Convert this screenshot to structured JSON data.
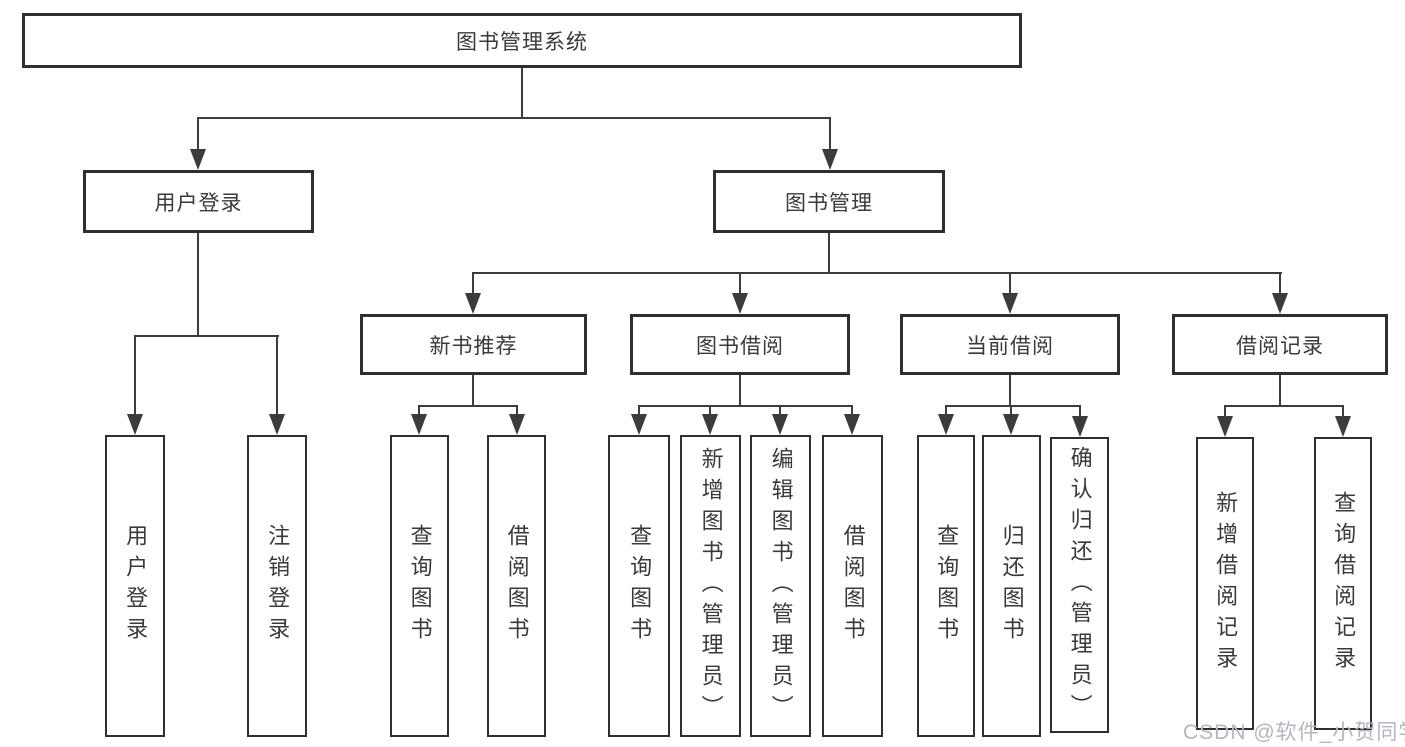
{
  "diagram_title": "图书管理系统",
  "watermark": "CSDN @软件_小贺同学",
  "nodes": [
    {
      "id": "root",
      "label": "图书管理系统"
    },
    {
      "id": "user-login",
      "label": "用户登录"
    },
    {
      "id": "book-mgmt",
      "label": "图书管理"
    },
    {
      "id": "new-book-rec",
      "label": "新书推荐"
    },
    {
      "id": "book-borrow",
      "label": "图书借阅"
    },
    {
      "id": "current-borrow",
      "label": "当前借阅"
    },
    {
      "id": "borrow-records",
      "label": "借阅记录"
    },
    {
      "id": "leaf-user-login",
      "label": "用户登录"
    },
    {
      "id": "leaf-logout",
      "label": "注销登录"
    },
    {
      "id": "leaf-query-book-1",
      "label": "查询图书"
    },
    {
      "id": "leaf-borrow-book-1",
      "label": "借阅图书"
    },
    {
      "id": "leaf-query-book-2",
      "label": "查询图书"
    },
    {
      "id": "leaf-add-book",
      "label": "新增图书（管理员）"
    },
    {
      "id": "leaf-edit-book",
      "label": "编辑图书（管理员）"
    },
    {
      "id": "leaf-borrow-book-2",
      "label": "借阅图书"
    },
    {
      "id": "leaf-query-book-3",
      "label": "查询图书"
    },
    {
      "id": "leaf-return-book",
      "label": "归还图书"
    },
    {
      "id": "leaf-confirm-return",
      "label": "确认归还（管理员）"
    },
    {
      "id": "leaf-add-borrow-record",
      "label": "新增借阅记录"
    },
    {
      "id": "leaf-query-borrow-record",
      "label": "查询借阅记录"
    }
  ]
}
